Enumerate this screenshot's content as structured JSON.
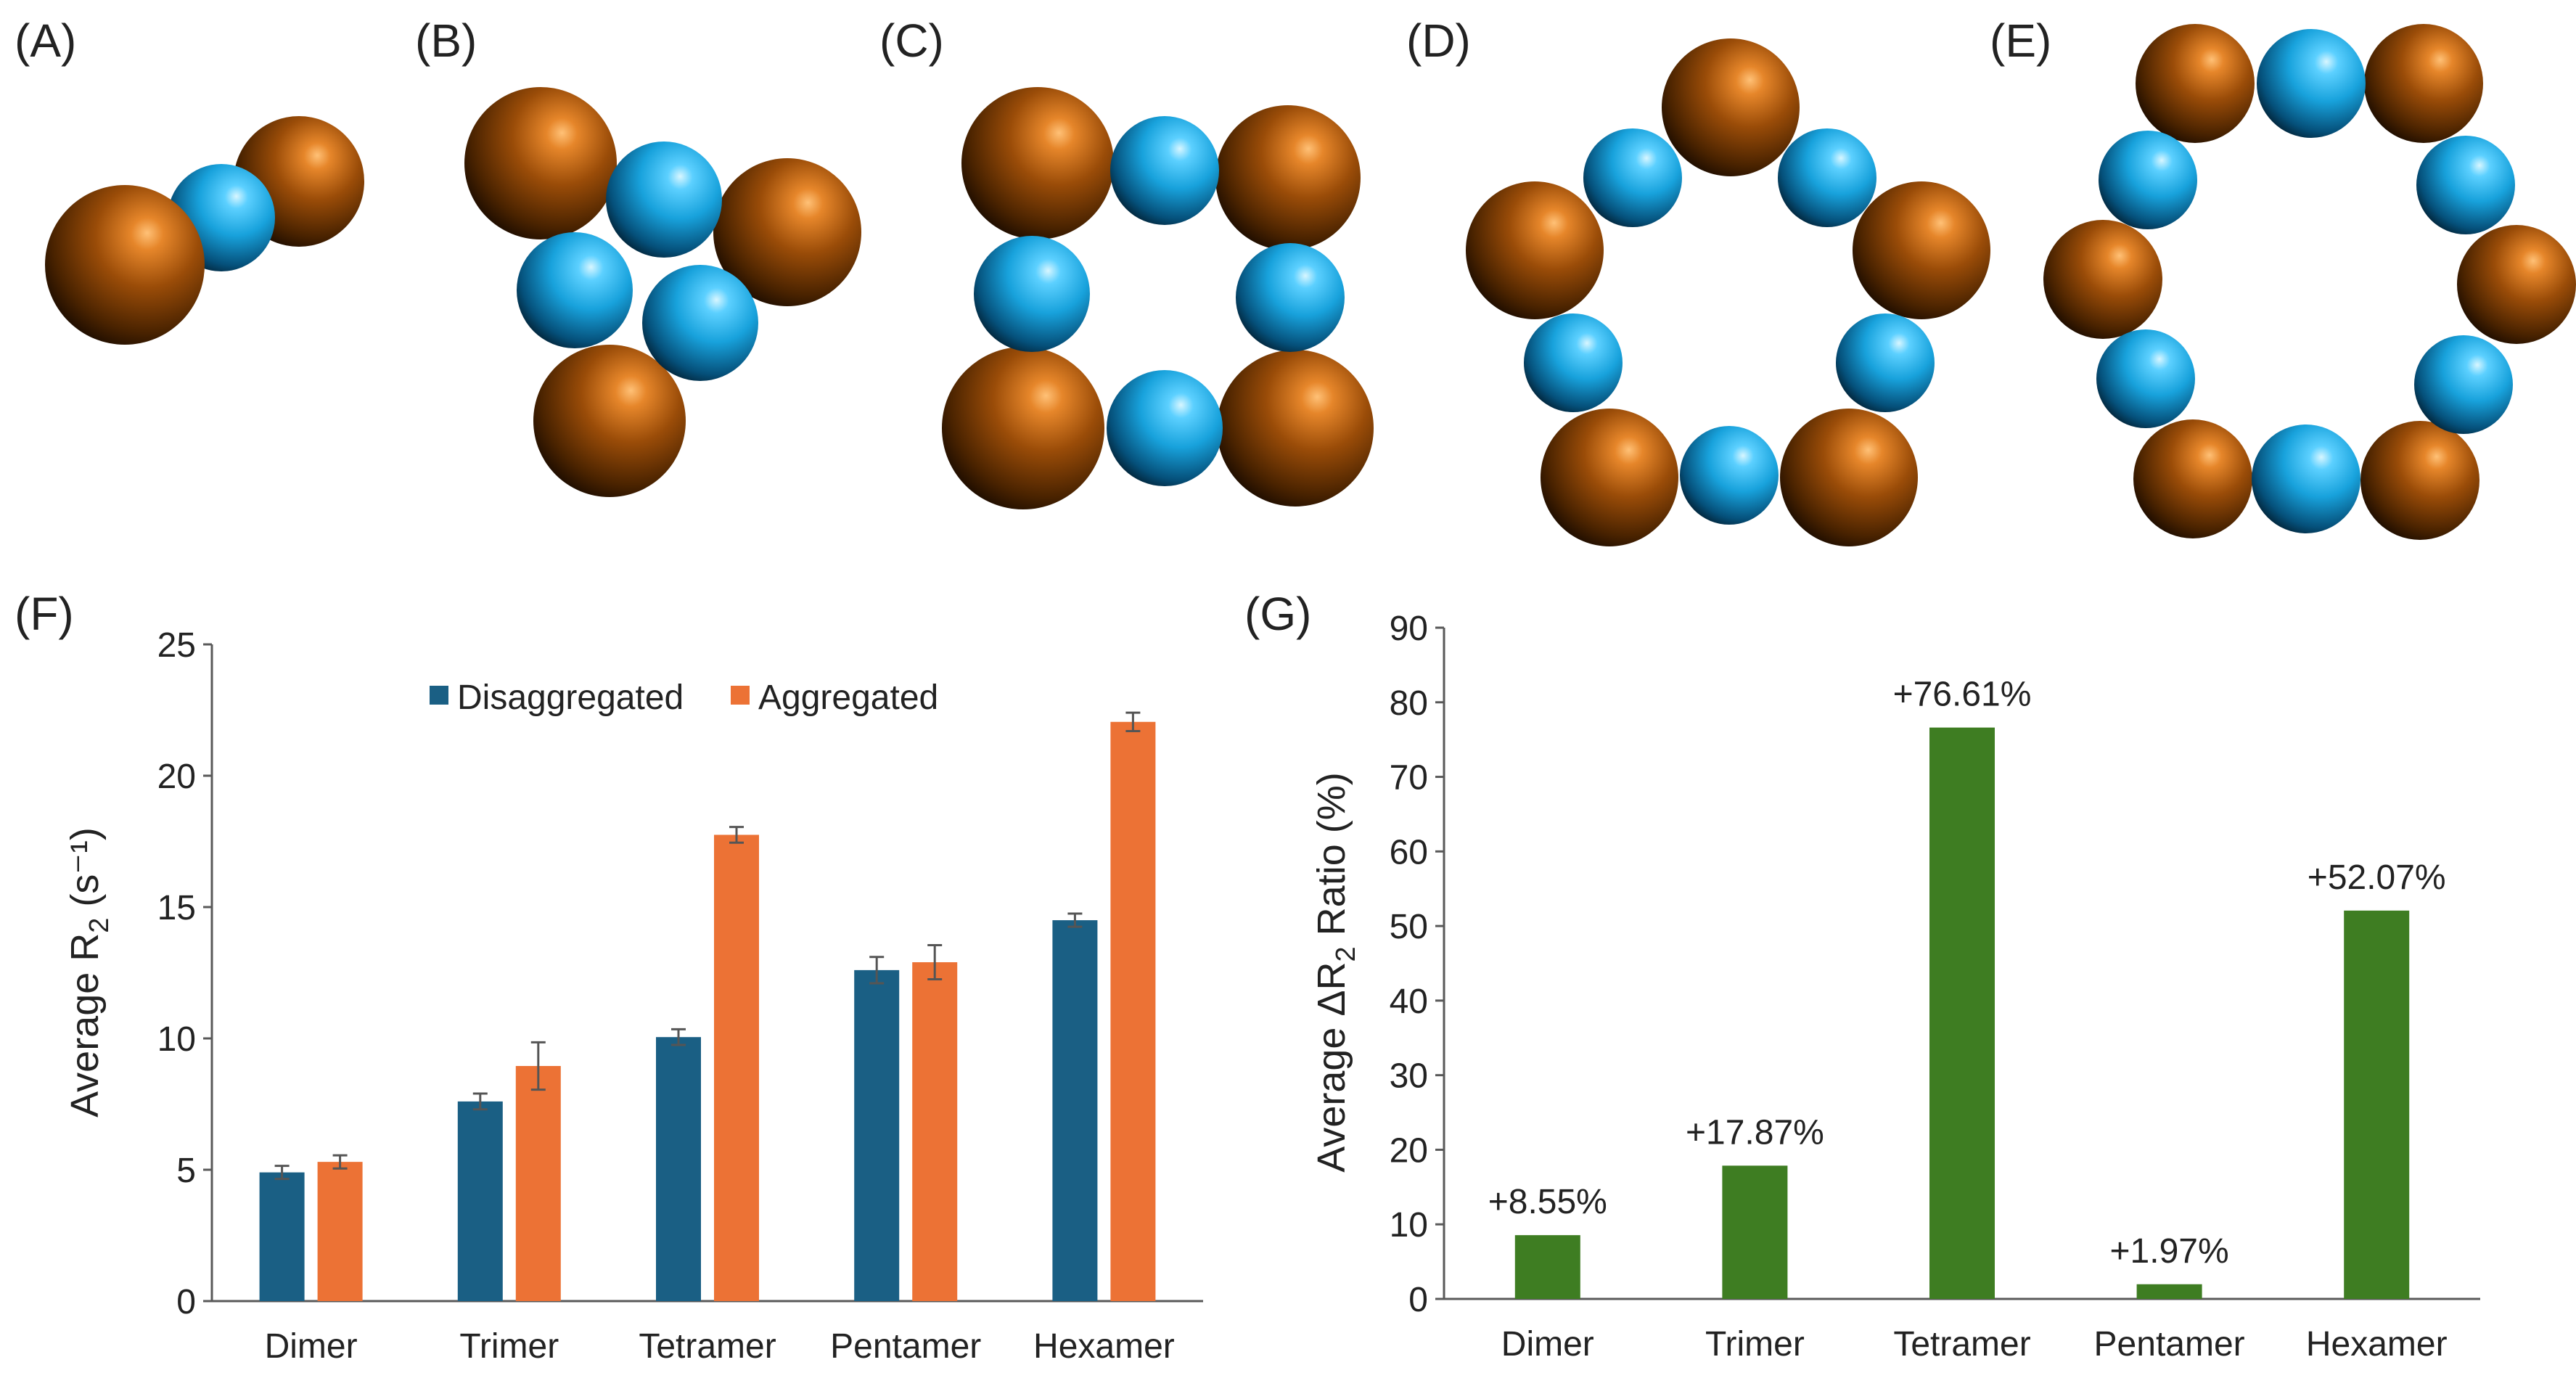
{
  "colors": {
    "particle_brown": "#9a4c08",
    "particle_blue": "#18a2dc",
    "disaggregated": "#1a5f84",
    "aggregated": "#ec7235",
    "ratio": "#3e7d22",
    "error_bar": "#555555"
  },
  "panels": {
    "a": {
      "label": "(A)"
    },
    "b": {
      "label": "(B)"
    },
    "c": {
      "label": "(C)"
    },
    "d": {
      "label": "(D)"
    },
    "e": {
      "label": "(E)"
    },
    "f": {
      "label": "(F)"
    },
    "g": {
      "label": "(G)"
    }
  },
  "chart_data": [
    {
      "id": "F",
      "type": "bar",
      "categories": [
        "Dimer",
        "Trimer",
        "Tetramer",
        "Pentamer",
        "Hexamer"
      ],
      "series": [
        {
          "name": "Disaggregated",
          "values": [
            4.9,
            7.6,
            10.05,
            12.6,
            14.5
          ],
          "errors": [
            0.25,
            0.3,
            0.3,
            0.5,
            0.25
          ]
        },
        {
          "name": "Aggregated",
          "values": [
            5.3,
            8.95,
            17.75,
            12.9,
            22.05
          ],
          "errors": [
            0.25,
            0.9,
            0.3,
            0.65,
            0.35
          ]
        }
      ],
      "ylabel_main": "Average R",
      "ylabel_sub": "2",
      "ylabel_tail": " (s⁻¹)",
      "ylim": [
        0,
        25
      ],
      "yticks": [
        "0",
        "5",
        "10",
        "15",
        "20",
        "25"
      ],
      "legend_position": "top-center",
      "grid": false
    },
    {
      "id": "G",
      "type": "bar",
      "categories": [
        "Dimer",
        "Trimer",
        "Tetramer",
        "Pentamer",
        "Hexamer"
      ],
      "values": [
        8.55,
        17.87,
        76.61,
        1.97,
        52.07
      ],
      "data_labels": [
        "+8.55%",
        "+17.87%",
        "+76.61%",
        "+1.97%",
        "+52.07%"
      ],
      "ylabel_main": "Average ΔR",
      "ylabel_sub": "2",
      "ylabel_tail": " Ratio (%)",
      "ylim": [
        0,
        90
      ],
      "yticks": [
        "0",
        "10",
        "20",
        "30",
        "40",
        "50",
        "60",
        "70",
        "80",
        "90"
      ],
      "grid": false
    }
  ]
}
